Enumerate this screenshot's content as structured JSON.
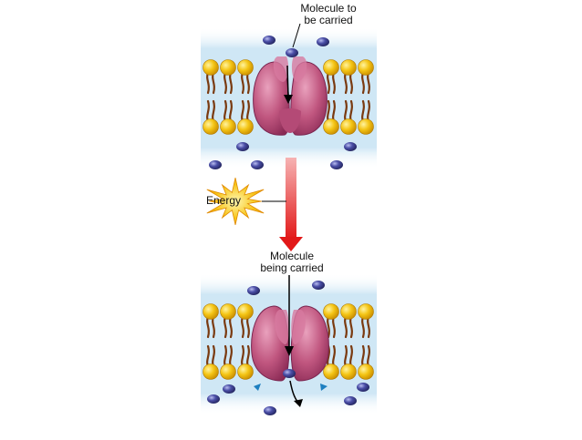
{
  "labels": {
    "molecule_to_be_carried": [
      "Molecule to",
      "be carried"
    ],
    "energy": "Energy",
    "molecule_being_carried": [
      "Molecule",
      "being carried"
    ]
  },
  "colors": {
    "membrane_band": "#bfe0f2",
    "lipid_head": "#f2c21a",
    "lipid_tail": "#7a3a10",
    "protein": "#c05a86",
    "molecule": "#3d3f8f",
    "arrow_red": "#e02020",
    "energy_burst": "#f7c417",
    "ion_marker": "#1e7fc0"
  },
  "icons": {
    "molecule": "sphere",
    "energy": "starburst",
    "ion": "triangle"
  }
}
